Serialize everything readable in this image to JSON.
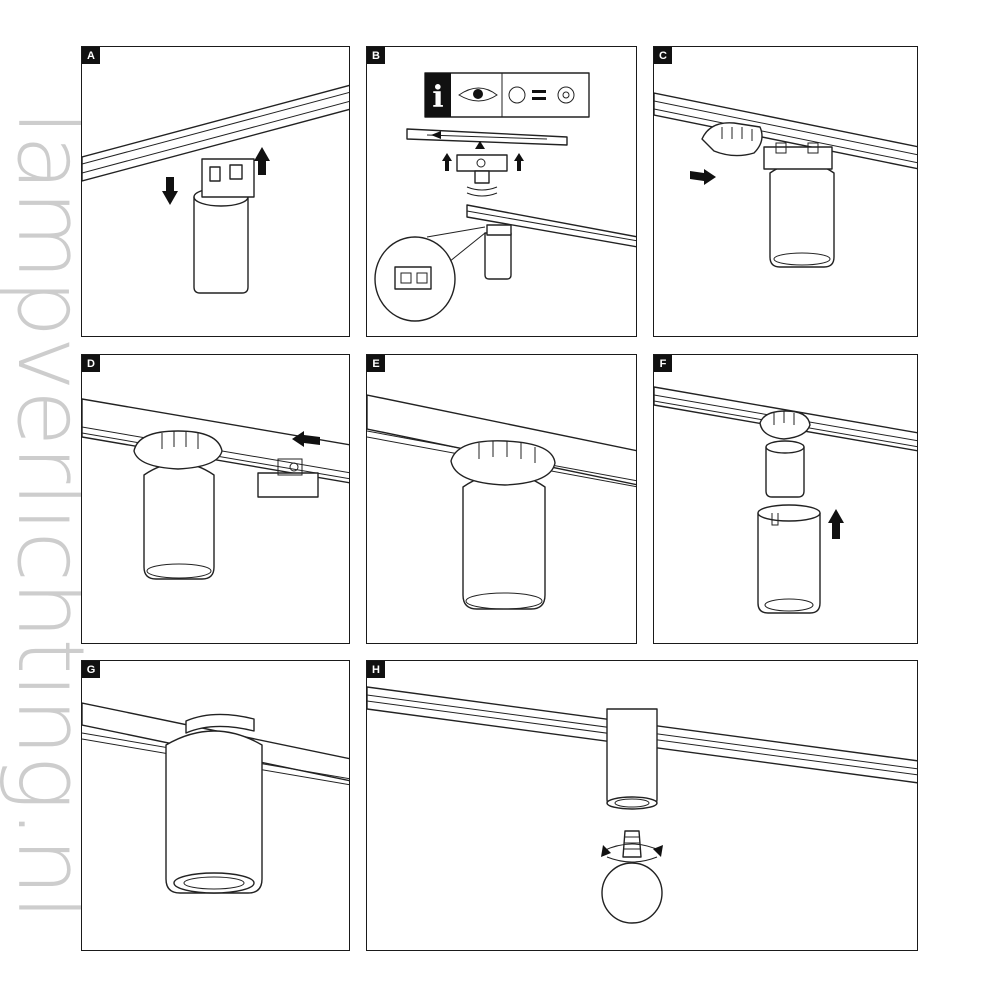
{
  "watermark": "lampverlichting.nl",
  "panels": [
    {
      "letter": "A"
    },
    {
      "letter": "B"
    },
    {
      "letter": "C"
    },
    {
      "letter": "D"
    },
    {
      "letter": "E"
    },
    {
      "letter": "F"
    },
    {
      "letter": "G"
    },
    {
      "letter": "H"
    }
  ],
  "info_box": {
    "icon": "i",
    "symbols": [
      "eye-icon",
      "ground-symbol-icon",
      "equals",
      "circle-target-icon"
    ]
  }
}
